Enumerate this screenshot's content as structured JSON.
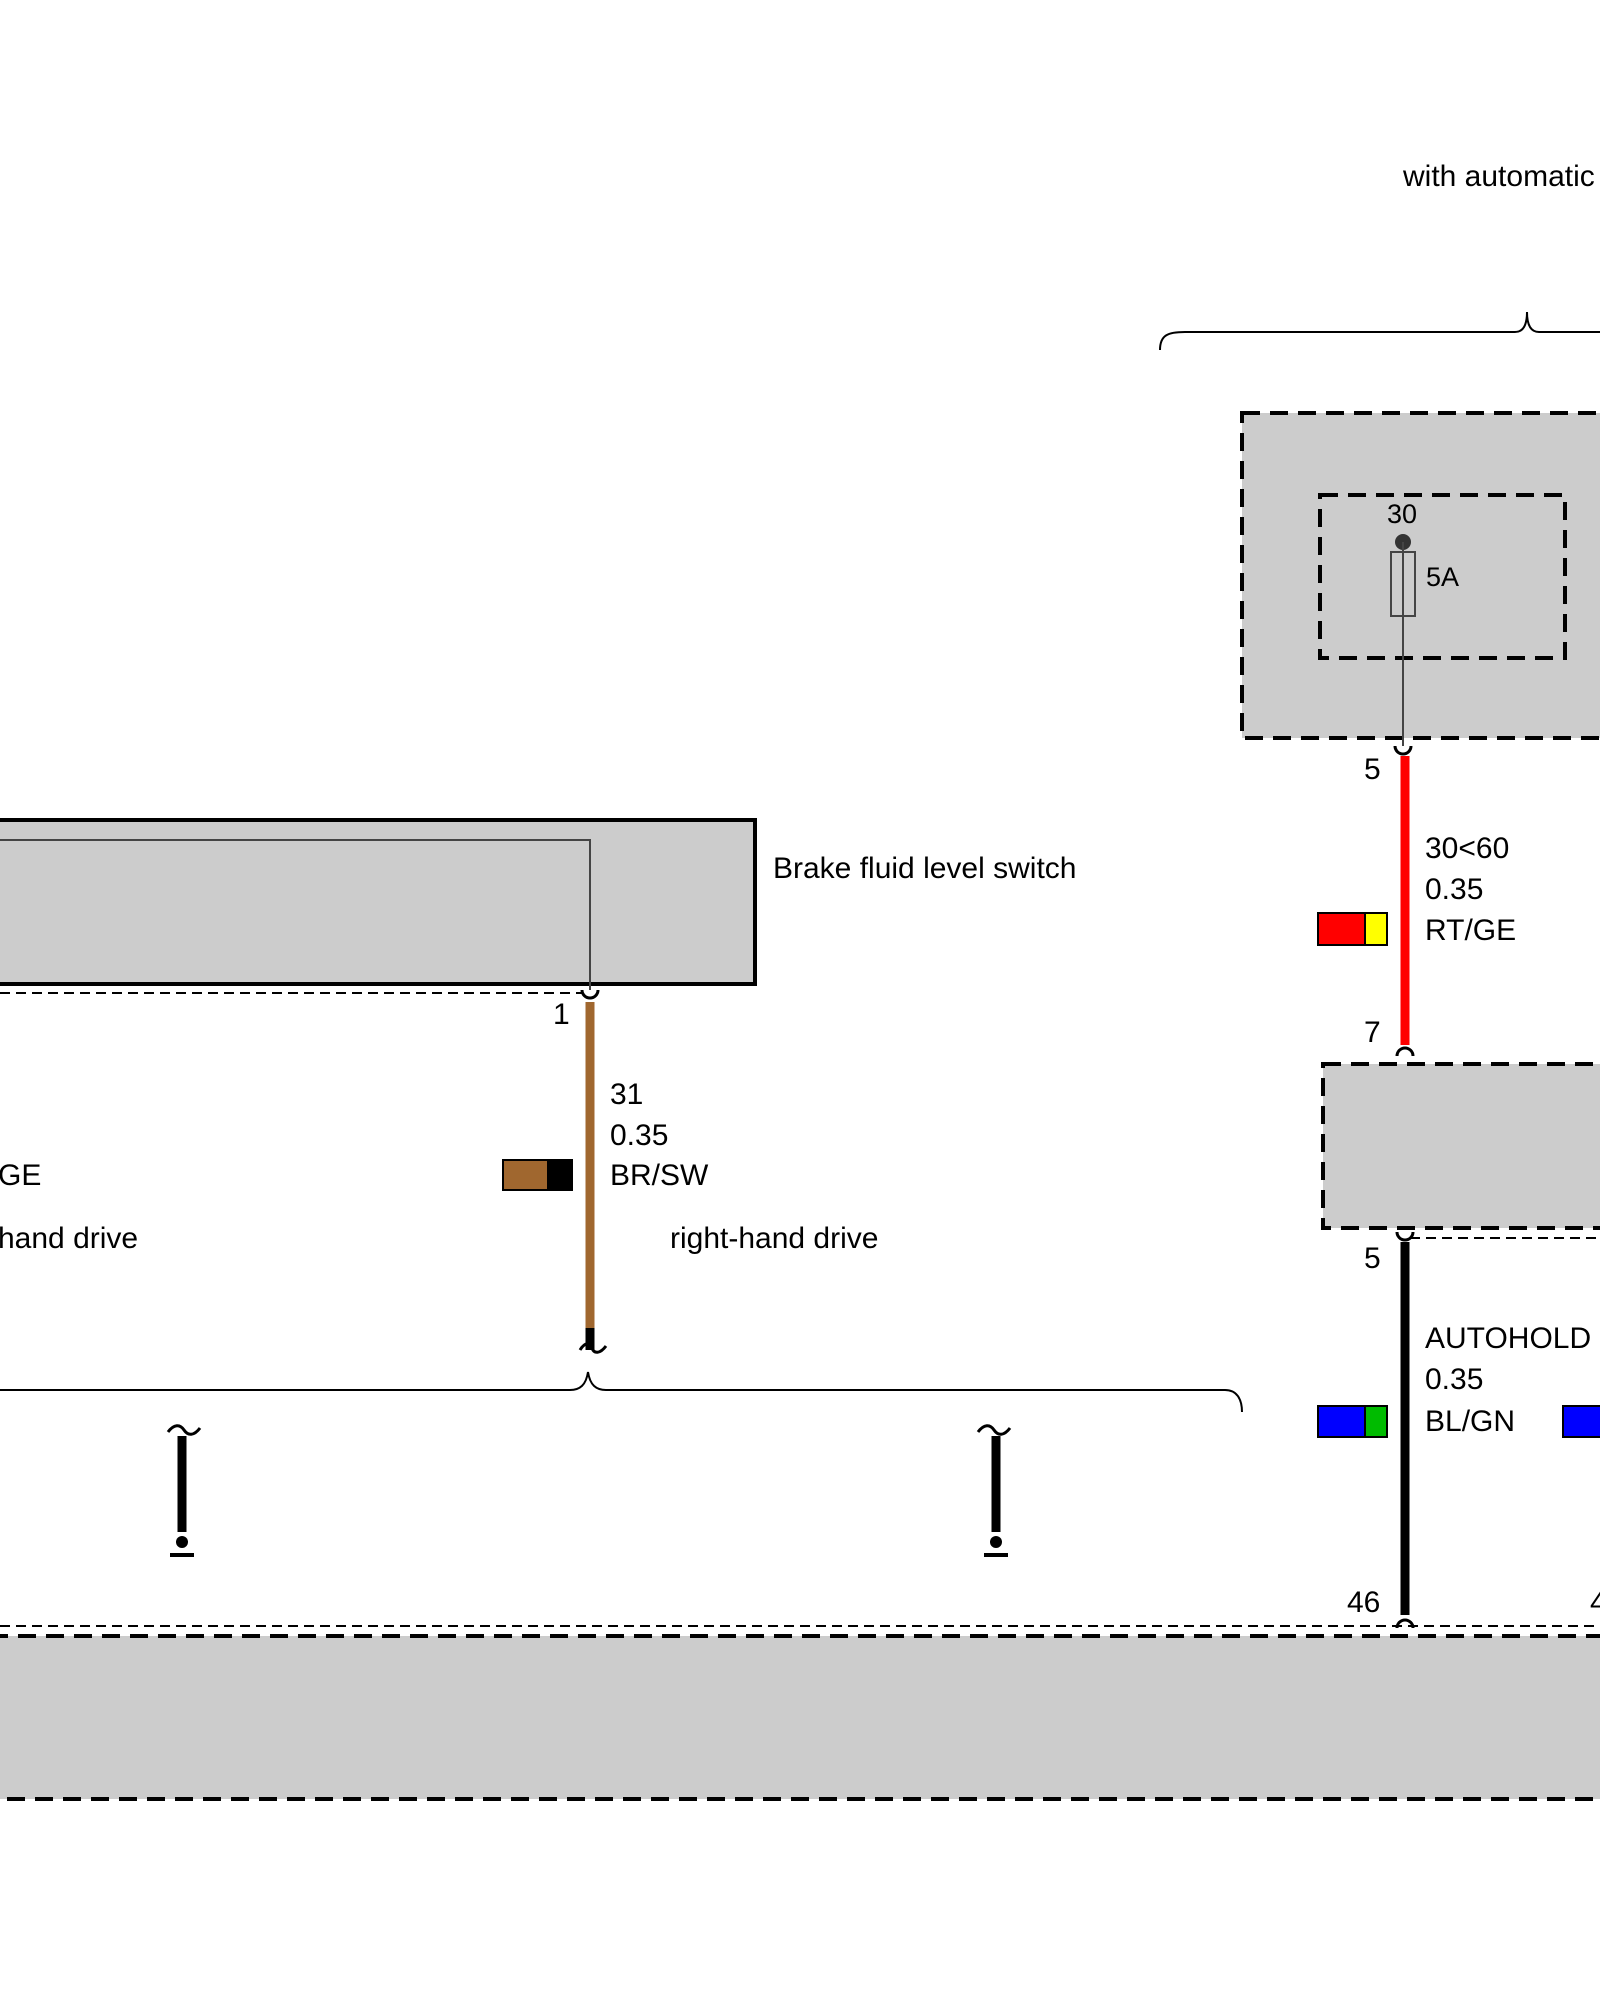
{
  "top_note": "with automatic",
  "fuse": {
    "terminal": "30",
    "rating": "5A"
  },
  "brake_switch": {
    "title": "Brake fluid level switch",
    "pin": "1"
  },
  "wire_brown": {
    "signal": "31",
    "size": "0.35",
    "color_code": "BR/SW",
    "colors": [
      "#a0672f",
      "#000000"
    ]
  },
  "left_partial": {
    "color_code_tail": "GE",
    "drive_text": "hand drive"
  },
  "right_hand_drive": "right-hand drive",
  "wire_red": {
    "pin_top": "5",
    "pin_bottom": "7",
    "signal": "30<60",
    "size": "0.35",
    "color_code": "RT/GE",
    "colors": [
      "#ff0000",
      "#ffff00"
    ]
  },
  "wire_autohold": {
    "pin_top": "5",
    "pin_bottom": "46",
    "pin_bottom_right": "4",
    "signal": "AUTOHOLD",
    "size": "0.35",
    "color_code": "BL/GN",
    "colors": [
      "#0000ff",
      "#00bb00"
    ]
  }
}
